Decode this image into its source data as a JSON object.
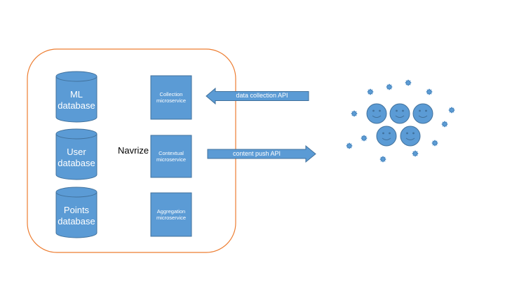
{
  "system": {
    "name": "Navrize",
    "border_color": "#ED7D31"
  },
  "databases": [
    {
      "label": "ML\ndatabase"
    },
    {
      "label": "User\ndatabase"
    },
    {
      "label": "Points\ndatabase"
    }
  ],
  "services": [
    {
      "label": "Collection\nmicroservice"
    },
    {
      "label": "Contextual\nmicroservice"
    },
    {
      "label": "Aggregation\nmicroservice"
    }
  ],
  "arrows": [
    {
      "label": "data collection API",
      "direction": "left"
    },
    {
      "label": "content push API",
      "direction": "right"
    }
  ],
  "users": {
    "faces": 5,
    "gear_dots": 12,
    "icon": "smiley-face-icon"
  },
  "colors": {
    "fill": "#5B9BD5",
    "stroke": "#41719C",
    "text": "#FFFFFF"
  }
}
